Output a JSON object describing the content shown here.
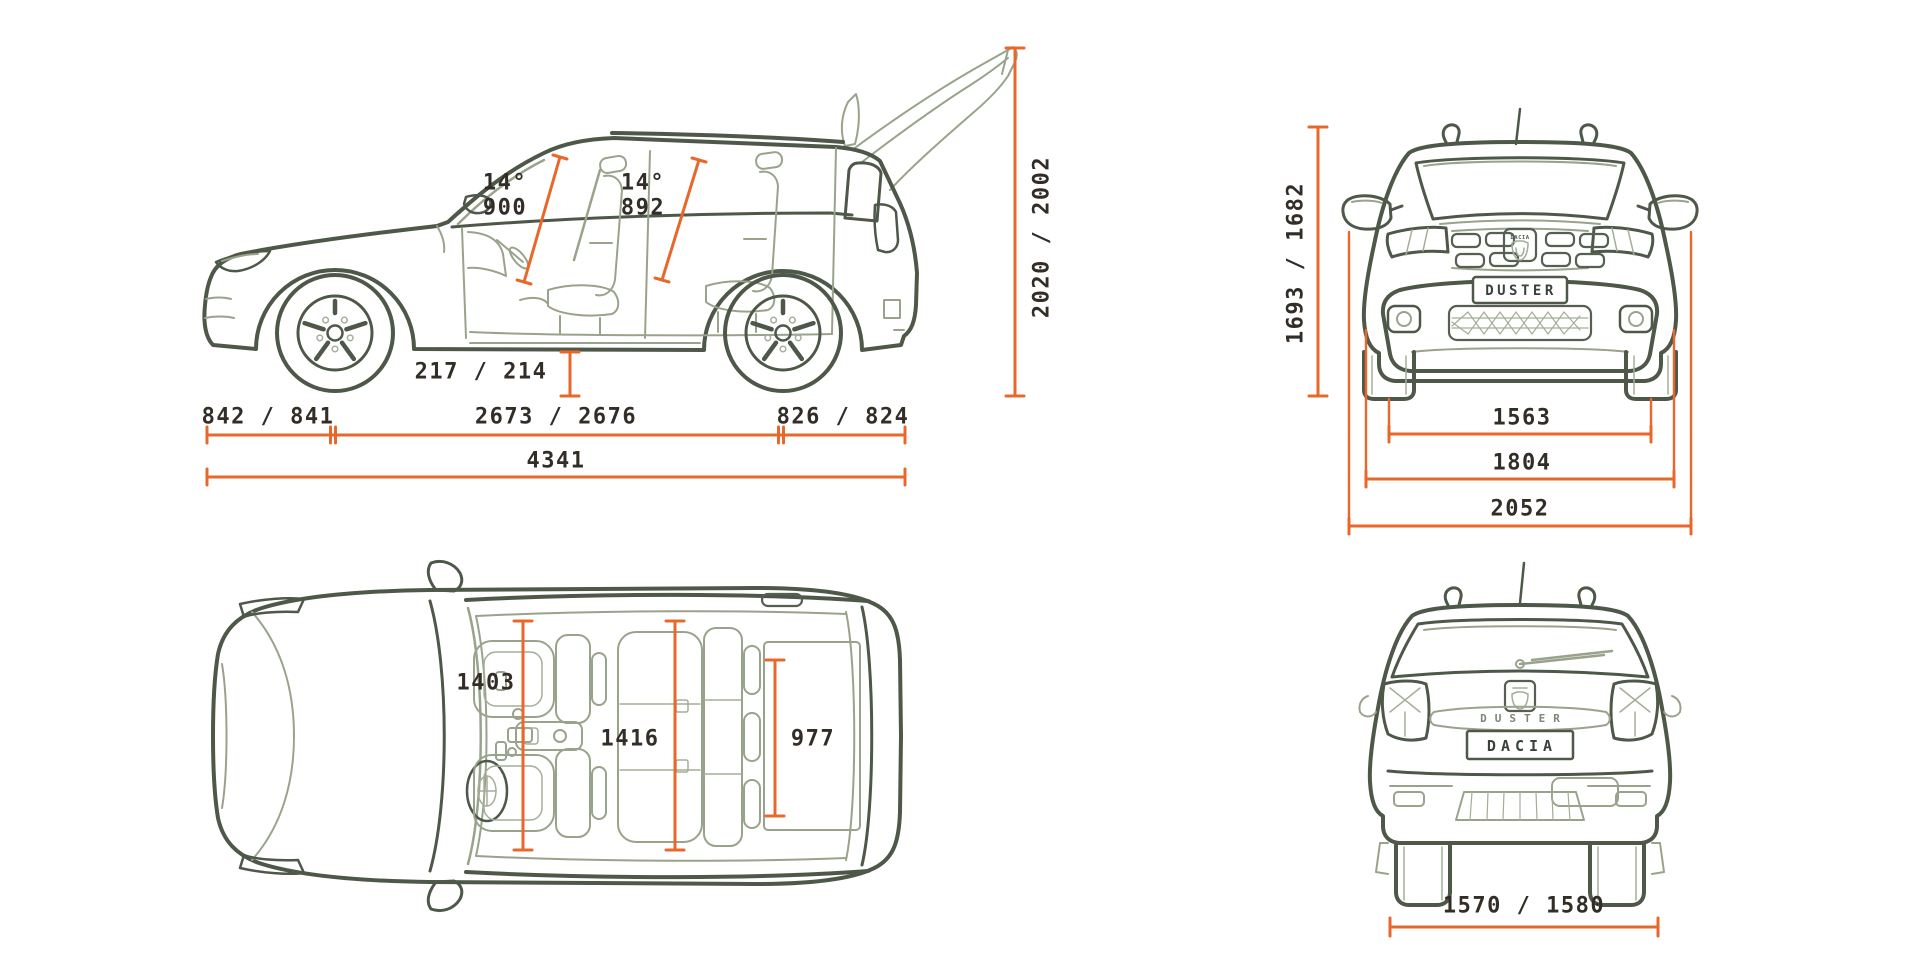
{
  "colors": {
    "background": "#ffffff",
    "car_outline": "#4d5849",
    "car_detail_lines": "#99a38c",
    "dimension_accent": "#e8682c",
    "label_text": "#322d27"
  },
  "side_view": {
    "front_seat_angle": "14°",
    "front_seat_value": "900",
    "rear_seat_angle": "14°",
    "rear_seat_value": "892",
    "ground_clearance": "217 / 214",
    "front_overhang": "842 / 841",
    "wheelbase": "2673 / 2676",
    "rear_overhang": "826 / 824",
    "overall_length": "4341",
    "height_tailgate_open": "2020 / 2002"
  },
  "front_view": {
    "overall_height": "1693 / 1682",
    "grille_badge": "DUSTER",
    "emblem_text": "DACIA",
    "front_track": "1563",
    "body_width": "1804",
    "width_with_mirrors": "2052"
  },
  "top_view": {
    "front_cabin_width": "1403",
    "rear_cabin_width": "1416",
    "boot_length": "977"
  },
  "rear_view": {
    "tailgate_badge": "DUSTER",
    "plate_text": "DACIA",
    "rear_track": "1570 / 1580"
  }
}
